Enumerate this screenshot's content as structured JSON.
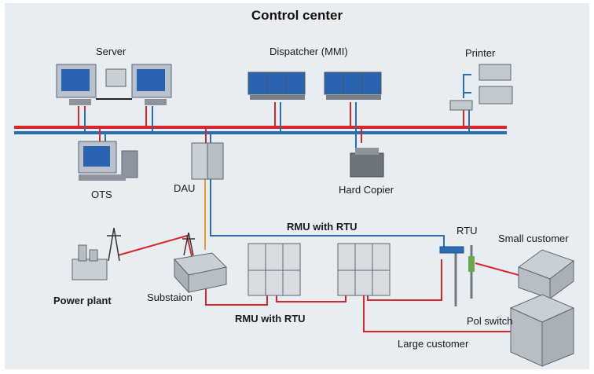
{
  "title": "Control center",
  "labels": {
    "server": "Server",
    "dispatcher": "Dispatcher (MMI)",
    "printer": "Printer",
    "ots": "OTS",
    "dau": "DAU",
    "hard_copier": "Hard Copier",
    "rmu_top": "RMU with RTU",
    "rtu": "RTU",
    "small_customer": "Small customer",
    "power_plant": "Power plant",
    "substation": "Substaion",
    "rmu_bottom": "RMU with RTU",
    "pol_switch": "Pol switch",
    "large_customer": "Large customer"
  },
  "colors": {
    "bus_red": "#d9262b",
    "bus_blue": "#2a6db5",
    "link_orange": "#e89a2c",
    "background": "#e8edf2"
  },
  "icons": [
    "server-workstation-icon",
    "dispatcher-monitors-icon",
    "printer-icon",
    "ots-workstation-icon",
    "dau-cabinet-icon",
    "hard-copier-icon",
    "switchgear-icon",
    "pole-rtu-icon",
    "house-icon",
    "office-building-icon",
    "power-plant-icon",
    "substation-icon",
    "pylon-icon"
  ]
}
